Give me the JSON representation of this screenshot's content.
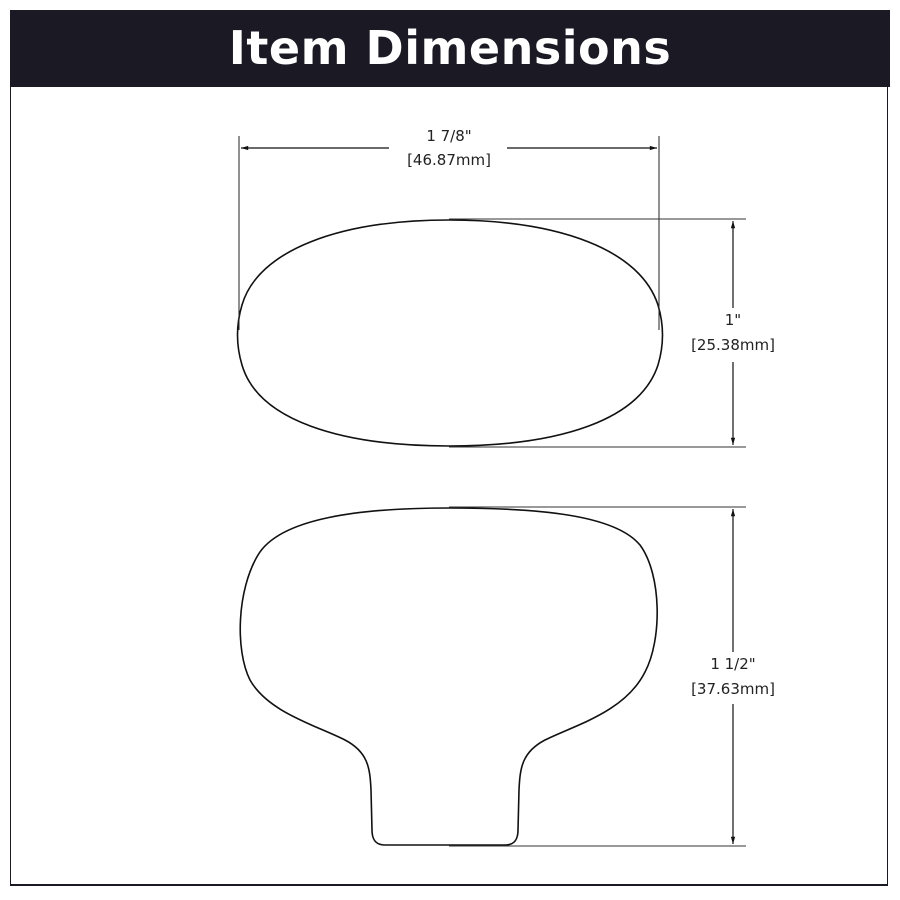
{
  "header": {
    "title": "Item Dimensions",
    "background_color": "#1b1a24",
    "text_color": "#ffffff"
  },
  "views": [
    {
      "name": "top-view",
      "shape": "oval knob (top)"
    },
    {
      "name": "side-view",
      "shape": "knob profile (side)"
    }
  ],
  "dimensions": {
    "width": {
      "imperial": "1 7/8\"",
      "metric": "[46.87mm]"
    },
    "top_height": {
      "imperial": "1\"",
      "metric": "[25.38mm]"
    },
    "projection": {
      "imperial": "1 1/2\"",
      "metric": "[37.63mm]"
    }
  },
  "icons": {
    "arrow": "dimension-arrow-icon"
  }
}
